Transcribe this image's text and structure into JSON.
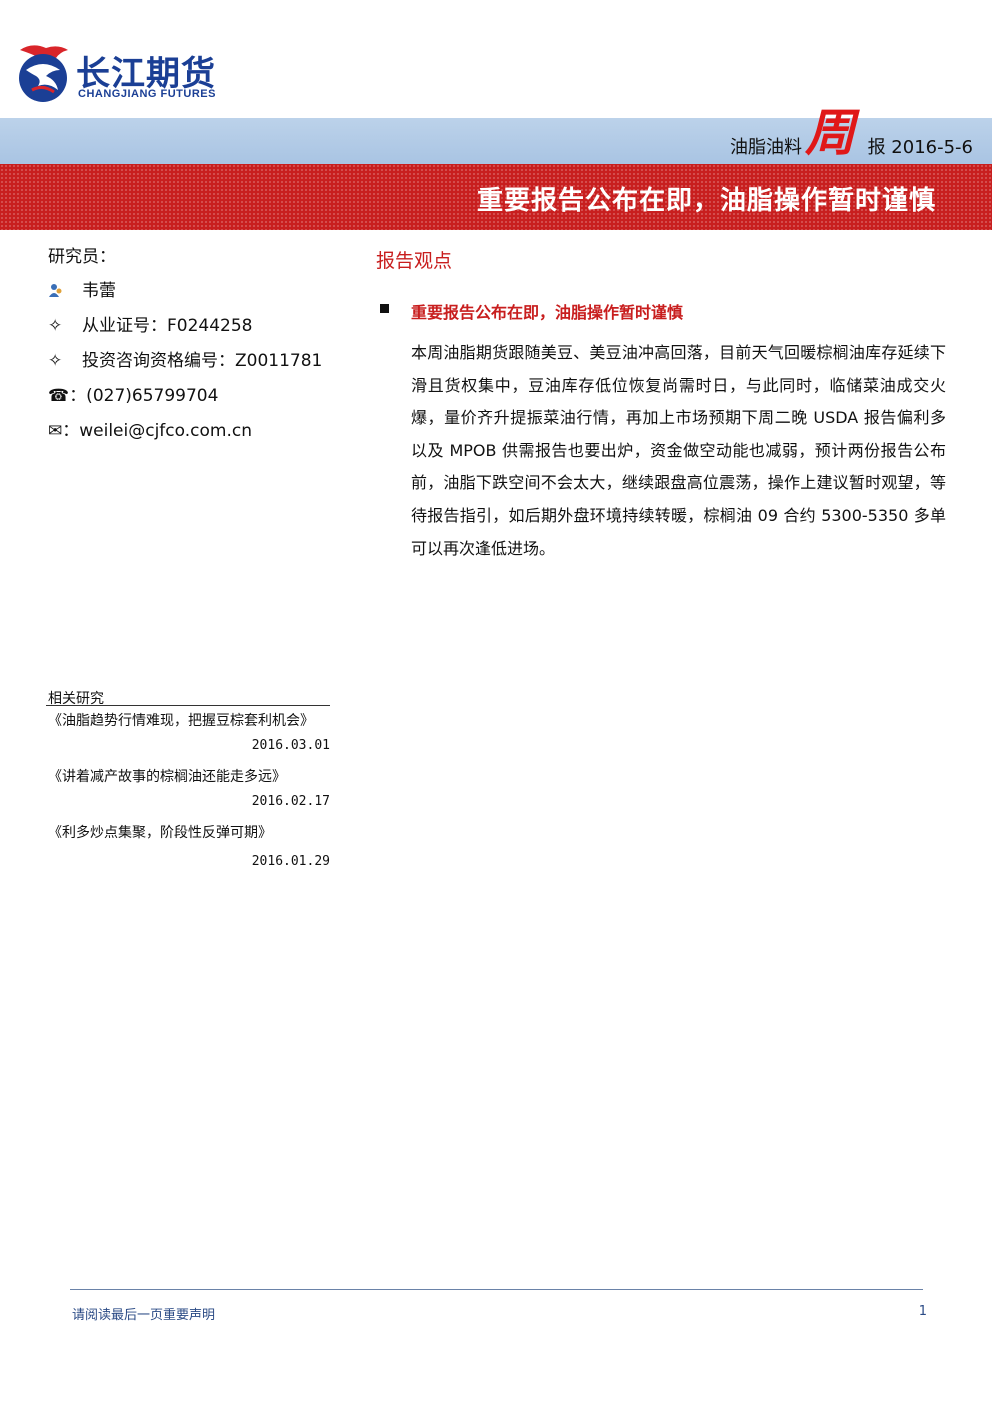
{
  "header": {
    "logo_cn": "长江期货",
    "logo_en": "CHANGJIANG FUTURES",
    "category": "油脂油料",
    "zhou": "周",
    "bao_date": "报 2016-5-6",
    "title": "重要报告公布在即，油脂操作暂时谨慎"
  },
  "researcher": {
    "label": "研究员：",
    "name": "韦蕾",
    "cert_symbol": "✧",
    "cert": "从业证号：F0244258",
    "consult_symbol": "✧",
    "consult": "投资咨询资格编号：Z0011781",
    "phone_symbol": "☎",
    "phone": "：(027)65799704",
    "email_symbol": "✉",
    "email": "：weilei@cjfco.com.cn"
  },
  "related": {
    "title": "相关研究",
    "items": [
      {
        "title": "《油脂趋势行情难现，把握豆棕套利机会》",
        "date": "2016.03.01"
      },
      {
        "title": "《讲着减产故事的棕榈油还能走多远》",
        "date": "2016.02.17"
      },
      {
        "title": "《利多炒点集聚，阶段性反弹可期》",
        "date": "2016.01.29"
      }
    ]
  },
  "view": {
    "heading": "报告观点",
    "bullet_title": "重要报告公布在即，油脂操作暂时谨慎",
    "body": "本周油脂期货跟随美豆、美豆油冲高回落，目前天气回暖棕榈油库存延续下滑且货权集中，豆油库存低位恢复尚需时日，与此同时，临储菜油成交火爆，量价齐升提振菜油行情，再加上市场预期下周二晚 USDA 报告偏利多以及 MPOB 供需报告也要出炉，资金做空动能也减弱，预计两份报告公布前，油脂下跌空间不会太大，继续跟盘高位震荡，操作上建议暂时观望，等待报告指引，如后期外盘环境持续转暖，棕榈油 09 合约 5300-5350 多单可以再次逢低进场。"
  },
  "footer": {
    "note": "请阅读最后一页重要声明",
    "page": "1"
  },
  "colors": {
    "brand_blue": "#1b3f95",
    "band_blue": "#b3cbe6",
    "accent_red": "#c81e1e"
  }
}
